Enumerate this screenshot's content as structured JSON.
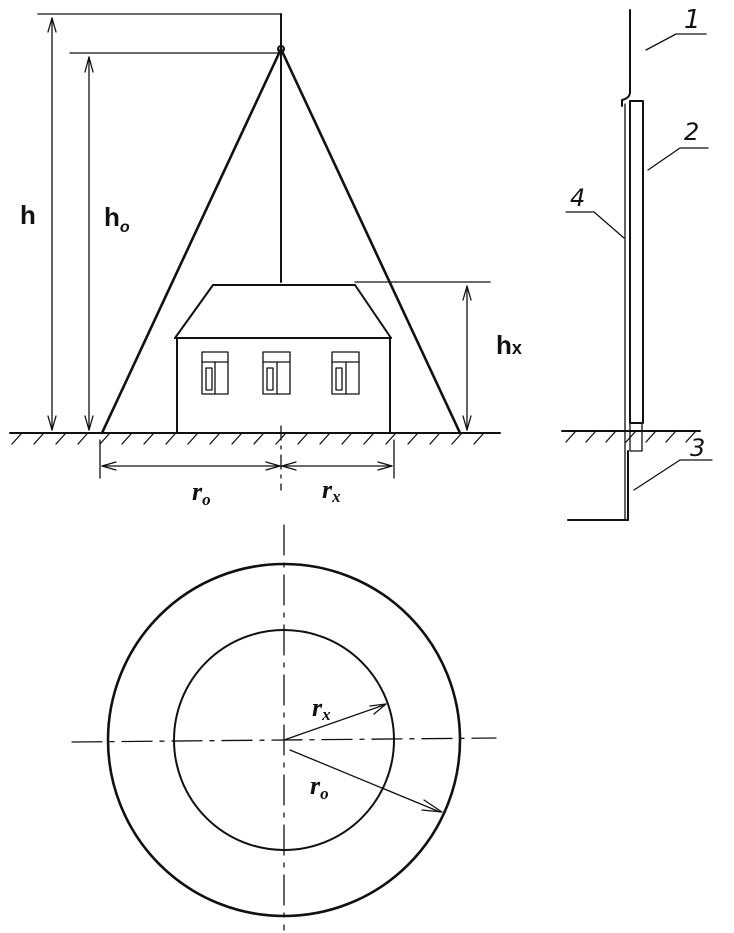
{
  "diagram": {
    "elevation_labels": {
      "h": "h",
      "h0_main": "h",
      "h0_sub": "o",
      "hx_main": "h",
      "hx_sub": "x",
      "r0_main": "r",
      "r0_sub": "o",
      "rx_main": "r",
      "rx_sub": "x"
    },
    "plan_labels": {
      "rx_main": "r",
      "rx_sub": "x",
      "r0_main": "r",
      "r0_sub": "o"
    },
    "mast_parts": {
      "p1": "1",
      "p2": "2",
      "p3": "3",
      "p4": "4"
    }
  }
}
